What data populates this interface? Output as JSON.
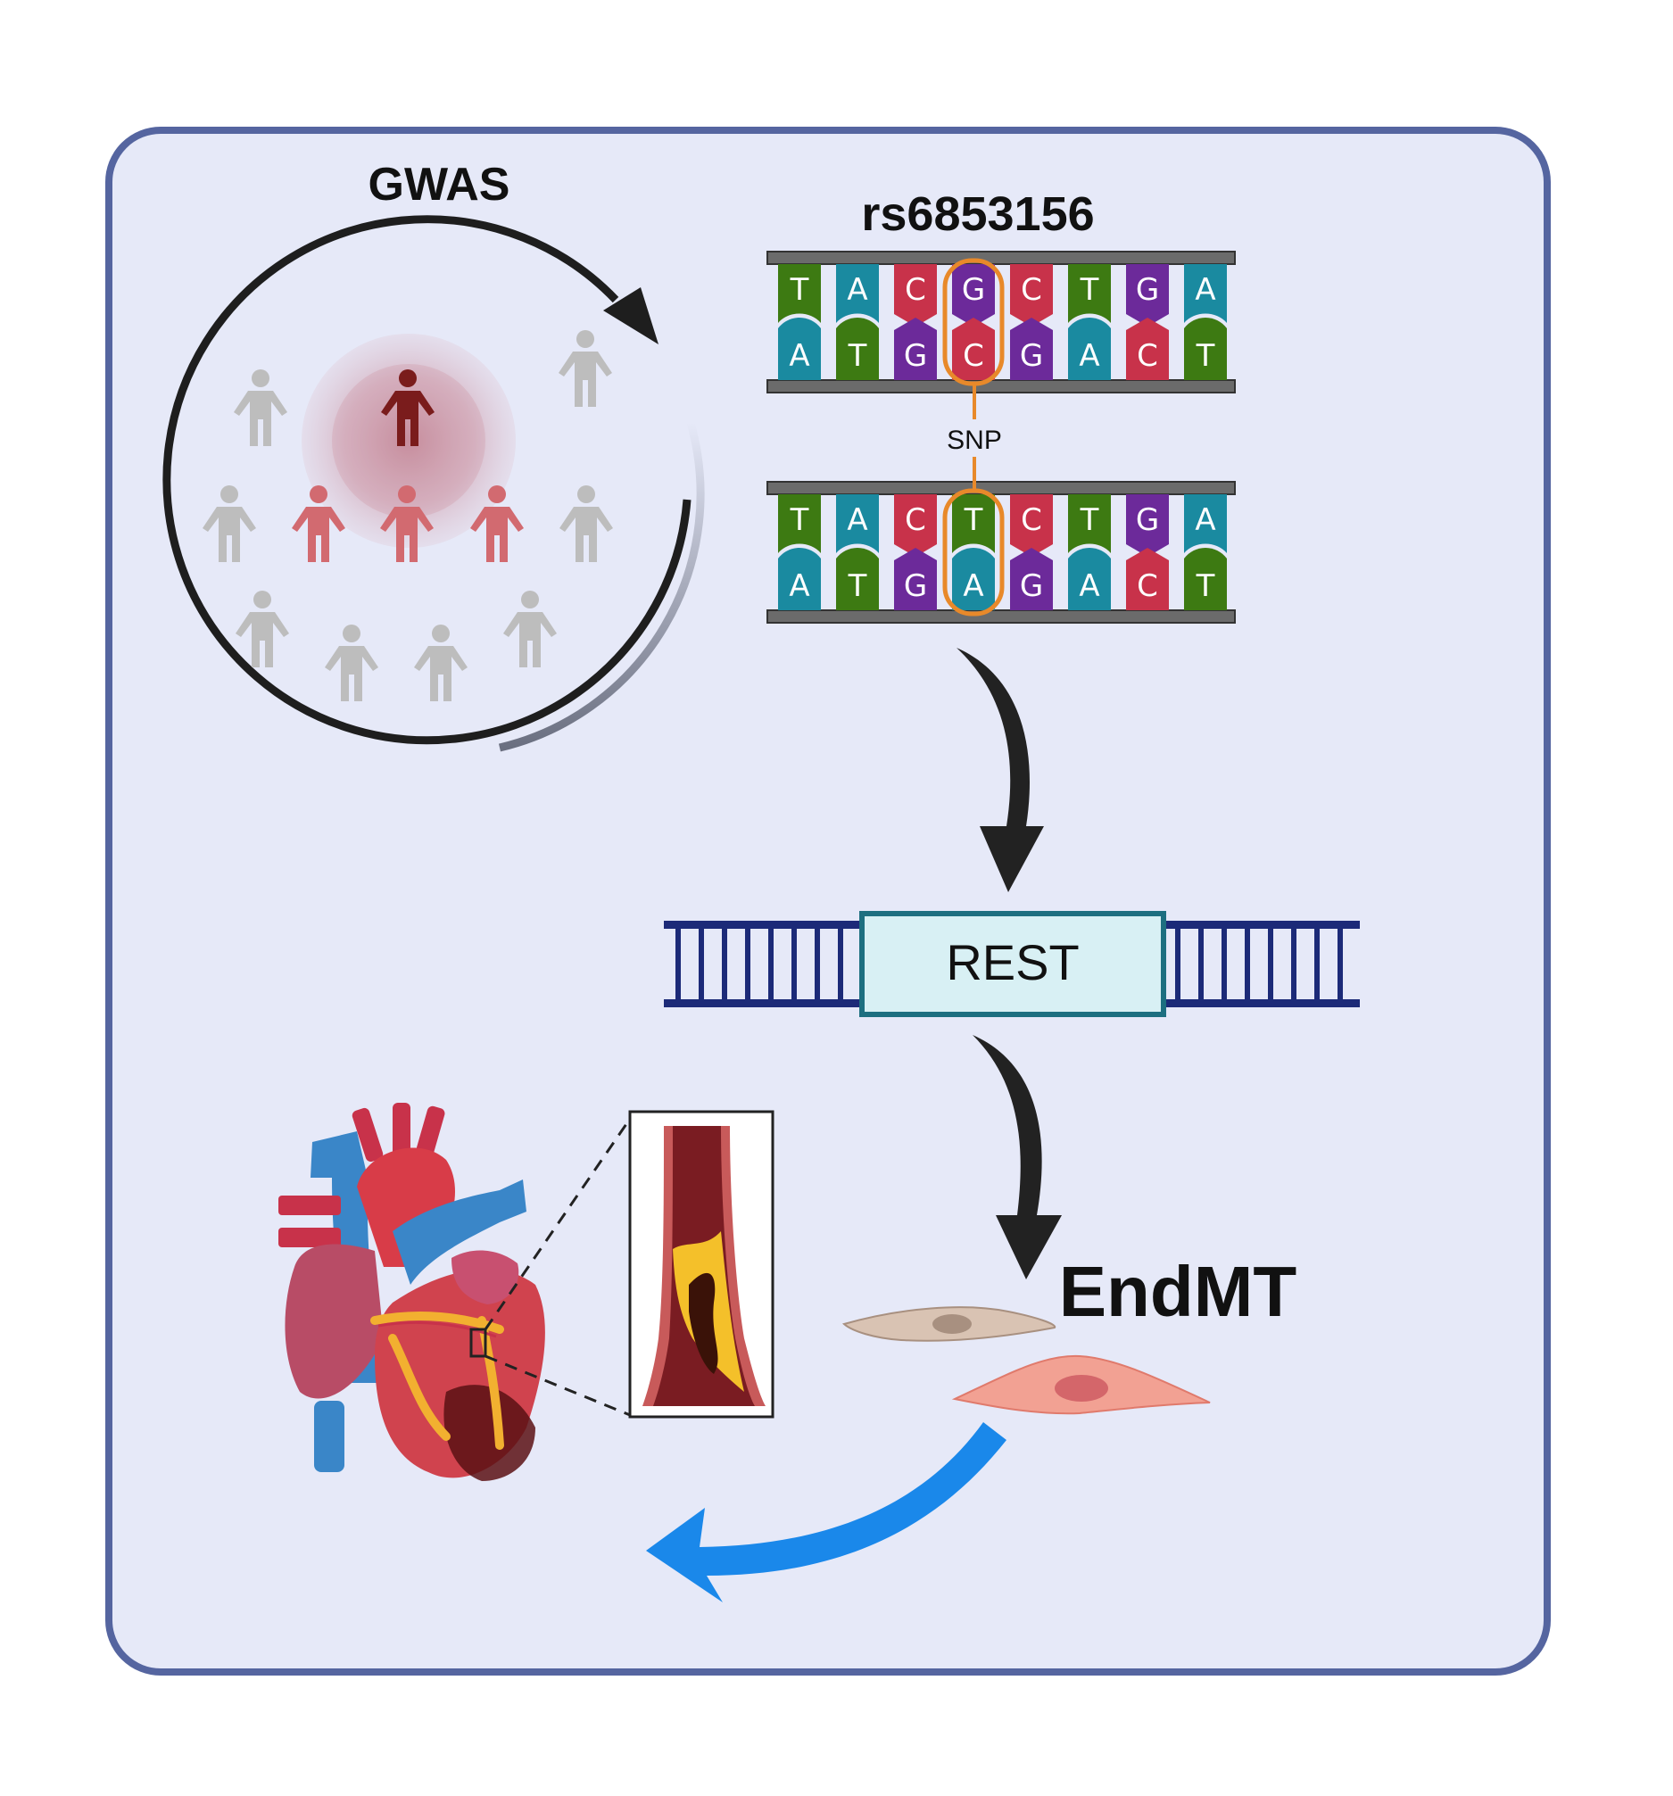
{
  "labels": {
    "gwas": "GWAS",
    "snp_id": "rs6853156",
    "snp": "SNP",
    "gene": "REST",
    "process": "EndMT"
  },
  "dna": {
    "top_strand": [
      "T",
      "A",
      "C",
      "G",
      "C",
      "T",
      "G",
      "A"
    ],
    "bottom_strand": [
      "A",
      "T",
      "G",
      "C",
      "G",
      "A",
      "C",
      "T"
    ],
    "variant_top_strand": [
      "T",
      "A",
      "C",
      "T",
      "C",
      "T",
      "G",
      "A"
    ],
    "variant_bottom_strand": [
      "A",
      "T",
      "G",
      "A",
      "G",
      "A",
      "C",
      "T"
    ],
    "snp_index": 3
  },
  "colors": {
    "panel_fill": "#e6e9f8",
    "panel_border": "#5565a0",
    "base_T": "#3d7a12",
    "base_A": "#1a8aa0",
    "base_C": "#c8324a",
    "base_G": "#6c2a9a",
    "snp_highlight": "#e8892a",
    "rest_box": "#d8f0f4",
    "rest_border": "#1d6f80",
    "ladder": "#1c2a78",
    "feedback_arrow": "#1a88ea"
  },
  "icons": {
    "people": "person-icon",
    "heart": "heart-icon",
    "artery": "artery-plaque-icon",
    "cells": "cell-icon"
  }
}
